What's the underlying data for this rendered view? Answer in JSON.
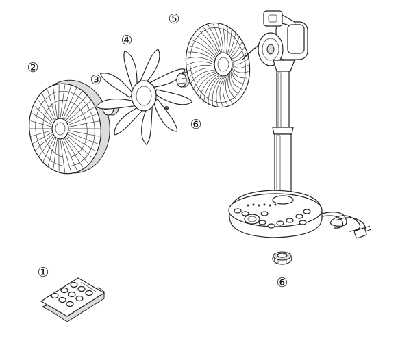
{
  "callouts": {
    "remote": "①",
    "rear_guard": "②",
    "spinner": "③",
    "blade": "④",
    "front_guard": "⑤",
    "guard_nut": "⑥",
    "pole_nut": "⑥"
  },
  "colors": {
    "line": "#222222",
    "background": "#ffffff",
    "shade": "#dcdcdc"
  }
}
